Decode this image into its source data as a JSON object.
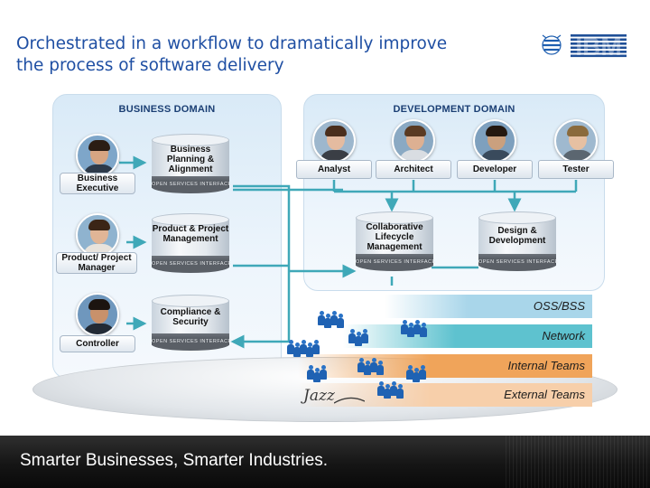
{
  "title": {
    "line1": "Orchestrated in a workflow to dramatically improve",
    "line2": "the process of software delivery"
  },
  "logo": {
    "text": "IBM",
    "icon": "ibm-logo"
  },
  "business_domain": {
    "title": "BUSINESS DOMAIN",
    "roles": [
      {
        "label": "Business Executive",
        "icon": "business-executive-avatar"
      },
      {
        "label": "Product/ Project Manager",
        "icon": "project-manager-avatar"
      },
      {
        "label": "Controller",
        "icon": "controller-avatar"
      }
    ],
    "systems": [
      {
        "label": "Business Planning & Alignment"
      },
      {
        "label": "Product & Project Management"
      },
      {
        "label": "Compliance & Security"
      }
    ]
  },
  "development_domain": {
    "title": "DEVELOPMENT DOMAIN",
    "roles": [
      {
        "label": "Analyst",
        "icon": "analyst-avatar"
      },
      {
        "label": "Architect",
        "icon": "architect-avatar"
      },
      {
        "label": "Developer",
        "icon": "developer-avatar"
      },
      {
        "label": "Tester",
        "icon": "tester-avatar"
      }
    ],
    "systems": [
      {
        "label": "Collaborative Lifecycle Management"
      },
      {
        "label": "Design & Development"
      }
    ]
  },
  "interface_label": "OPEN SERVICES INTERFACE",
  "layers": [
    {
      "label": "OSS/BSS",
      "color": "#a9d6ea"
    },
    {
      "label": "Network",
      "color": "#5ec2cf"
    },
    {
      "label": "Internal Teams",
      "color": "#f0a45a"
    },
    {
      "label": "External Teams",
      "color": "#f7cfaa"
    }
  ],
  "jazz_logo": "Jazz",
  "footer": {
    "text": "Smarter Businesses, Smarter Industries."
  },
  "colors": {
    "title_blue": "#1f4fa3",
    "connector_teal": "#3fa8b8",
    "panel_title": "#1b3f74"
  }
}
